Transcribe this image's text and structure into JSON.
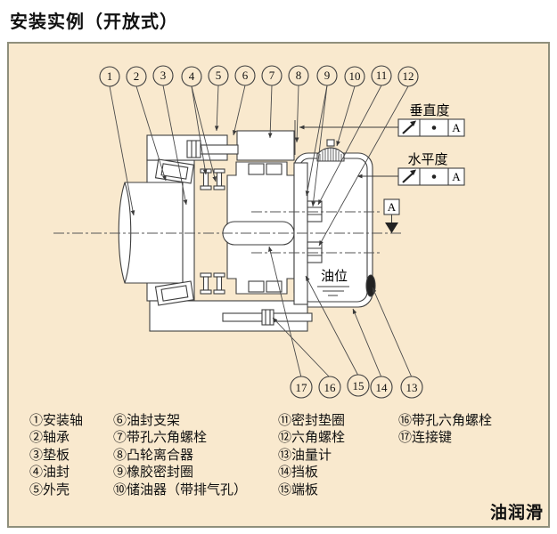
{
  "title": "安装实例（开放式）",
  "corner_label": "油润滑",
  "drawing": {
    "verticality_label": "垂直度",
    "levelness_label": "水平度",
    "oil_level_label": "油位",
    "datum_letter": "A"
  },
  "callouts": {
    "top": [
      "1",
      "2",
      "3",
      "4",
      "5",
      "6",
      "7",
      "8",
      "9",
      "10",
      "11",
      "12"
    ],
    "bottom": [
      "17",
      "16",
      "15",
      "14",
      "13"
    ]
  },
  "legend": {
    "col1": [
      "①安装轴",
      "②轴承",
      "③垫板",
      "④油封",
      "⑤外壳"
    ],
    "col2": [
      "⑥油封支架",
      "⑦带孔六角螺栓",
      "⑧凸轮离合器",
      "⑨橡胶密封圈",
      "⑩储油器（带排气孔）"
    ],
    "col3": [
      "⑪密封垫圈",
      "⑫六角螺栓",
      "⑬油量计",
      "⑭挡板",
      "⑮端板"
    ],
    "col4": [
      "⑯带孔六角螺栓",
      "⑰连接键"
    ]
  }
}
